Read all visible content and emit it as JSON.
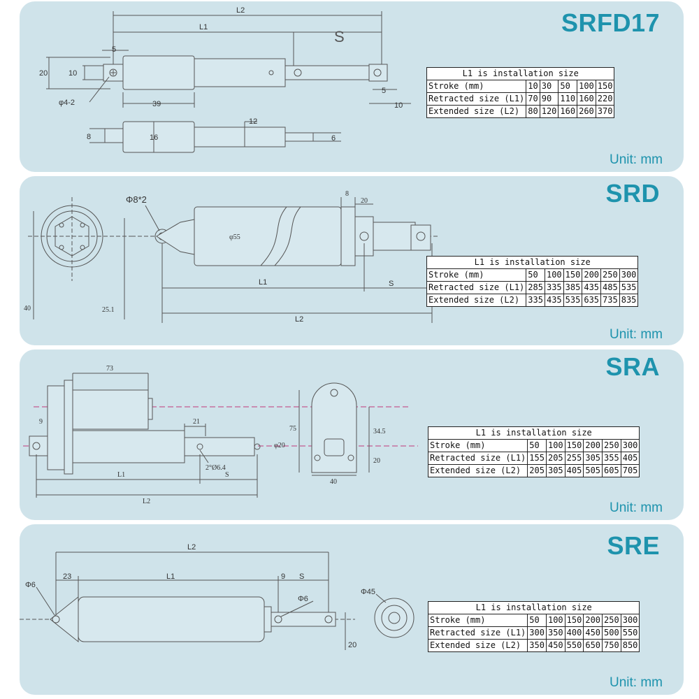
{
  "panels": [
    {
      "model": "SRFD17",
      "unit": "Unit: mm",
      "table": {
        "caption": "L1 is installation size",
        "rows": [
          {
            "label": "Stroke (mm)",
            "values": [
              "10",
              "30",
              "50",
              "100",
              "150"
            ]
          },
          {
            "label": "Retracted size (L1)",
            "values": [
              "70",
              "90",
              "110",
              "160",
              "220"
            ]
          },
          {
            "label": "Extended size (L2)",
            "values": [
              "80",
              "120",
              "160",
              "260",
              "370"
            ]
          }
        ]
      },
      "dims": {
        "l2": "L2",
        "l1": "L1",
        "s": "S",
        "d5a": "5",
        "d20": "20",
        "d10a": "10",
        "hole": "φ4-2",
        "d39": "39",
        "d5b": "5",
        "d10b": "10",
        "d12": "12",
        "d8": "8",
        "d16": "16",
        "d6": "6"
      }
    },
    {
      "model": "SRD",
      "unit": "Unit: mm",
      "table": {
        "caption": "L1 is installation size",
        "rows": [
          {
            "label": "Stroke (mm)",
            "values": [
              "50",
              "100",
              "150",
              "200",
              "250",
              "300"
            ]
          },
          {
            "label": "Retracted size (L1)",
            "values": [
              "285",
              "335",
              "385",
              "435",
              "485",
              "535"
            ]
          },
          {
            "label": "Extended size (L2)",
            "values": [
              "335",
              "435",
              "535",
              "635",
              "735",
              "835"
            ]
          }
        ]
      },
      "dims": {
        "hole": "Φ8*2",
        "d8": "8",
        "d20": "20",
        "dia": "φ55",
        "l1": "L1",
        "s": "S",
        "l2": "L2",
        "d40": "40",
        "d251": "25.1"
      }
    },
    {
      "model": "SRA",
      "unit": "Unit: mm",
      "table": {
        "caption": "L1 is installation size",
        "rows": [
          {
            "label": "Stroke (mm)",
            "values": [
              "50",
              "100",
              "150",
              "200",
              "250",
              "300"
            ]
          },
          {
            "label": "Retracted size (L1)",
            "values": [
              "155",
              "205",
              "255",
              "305",
              "355",
              "405"
            ]
          },
          {
            "label": "Extended size (L2)",
            "values": [
              "205",
              "305",
              "405",
              "505",
              "605",
              "705"
            ]
          }
        ]
      },
      "dims": {
        "d73": "73",
        "d9": "9",
        "d21": "21",
        "d20a": "φ20",
        "hole": "2°Ø6.4",
        "l1": "L1",
        "s": "S",
        "l2": "L2",
        "d75": "75",
        "d345": "34.5",
        "d20b": "20",
        "d40": "40"
      }
    },
    {
      "model": "SRE",
      "unit": "Unit: mm",
      "table": {
        "caption": "L1 is installation size",
        "rows": [
          {
            "label": "Stroke (mm)",
            "values": [
              "50",
              "100",
              "150",
              "200",
              "250",
              "300"
            ]
          },
          {
            "label": "Retracted size (L1)",
            "values": [
              "300",
              "350",
              "400",
              "450",
              "500",
              "550"
            ]
          },
          {
            "label": "Extended size (L2)",
            "values": [
              "350",
              "450",
              "550",
              "650",
              "750",
              "850"
            ]
          }
        ]
      },
      "dims": {
        "l2": "L2",
        "d6a": "Φ6",
        "d23": "23",
        "l1": "L1",
        "d9": "9",
        "s": "S",
        "d6b": "Φ6",
        "d45": "Φ45",
        "d20": "20"
      }
    }
  ]
}
